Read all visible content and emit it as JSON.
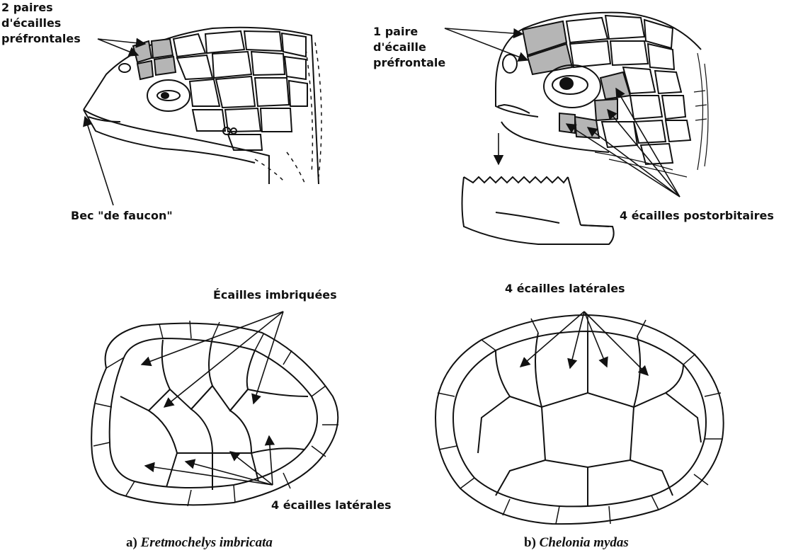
{
  "labels": {
    "prefrontal_2_lines": [
      "2 paires",
      "d'écailles",
      "préfrontales"
    ],
    "beak": "Bec \"de faucon\"",
    "prefrontal_1_lines": [
      "1 paire",
      "d'écaille",
      "préfrontale"
    ],
    "postorbital": "4 écailles postorbitaires",
    "imbricated": "Écailles imbriquées",
    "lateral_a": "4 écailles latérales",
    "lateral_b": "4 écailles latérales"
  },
  "captions": {
    "a_prefix": "a) ",
    "a_species": "Eretmochelys imbricata",
    "b_prefix": "b) ",
    "b_species": "Chelonia mydas"
  },
  "colors": {
    "ink": "#111111",
    "shaded_scale": "#b5b5b5",
    "paper": "#ffffff"
  }
}
